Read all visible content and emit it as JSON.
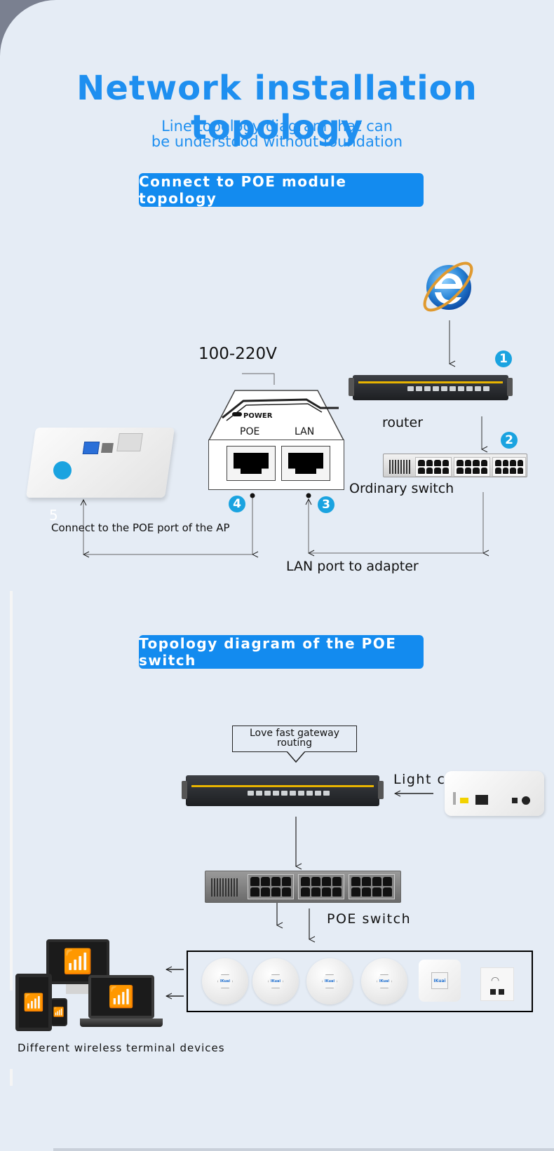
{
  "header": {
    "title": "Network installation topology",
    "subtitle_line1": "Line topology diagram that can",
    "subtitle_line2": "be understood without foundation"
  },
  "section1": {
    "heading": "Connect to POE module topology",
    "internet_icon": "internet-explorer-icon",
    "voltage_label": "100-220V",
    "adapter": {
      "power_label": "POWER",
      "poe_port_label": "POE",
      "lan_port_label": "LAN"
    },
    "router_label": "router",
    "switch_label": "Ordinary switch",
    "ap_label": "Connect to the POE port of the AP",
    "lan_label": "LAN port to adapter",
    "badges": [
      "1",
      "2",
      "3",
      "4",
      "5"
    ]
  },
  "section2": {
    "heading": "Topology diagram of the POE switch",
    "gateway_callout_line1": "Love fast gateway",
    "gateway_callout_line2": "routing",
    "light_cat_label": "Light cat",
    "poe_switch_label": "POE switch",
    "ap_brand": "IKuai",
    "access_points": [
      "ceiling-ap",
      "ceiling-ap",
      "ceiling-ap",
      "ceiling-ap",
      "wall-mount-ap",
      "in-wall-panel-ap"
    ],
    "terminals_label": "Different wireless terminal devices",
    "terminals": [
      "desktop-monitor",
      "tablet",
      "phone",
      "laptop"
    ]
  },
  "colors": {
    "accent": "#1e8ff0",
    "button_bg": "#138bef",
    "badge": "#1aa3e0",
    "background": "#e5ecf5",
    "wifi": "#27d6e8"
  }
}
